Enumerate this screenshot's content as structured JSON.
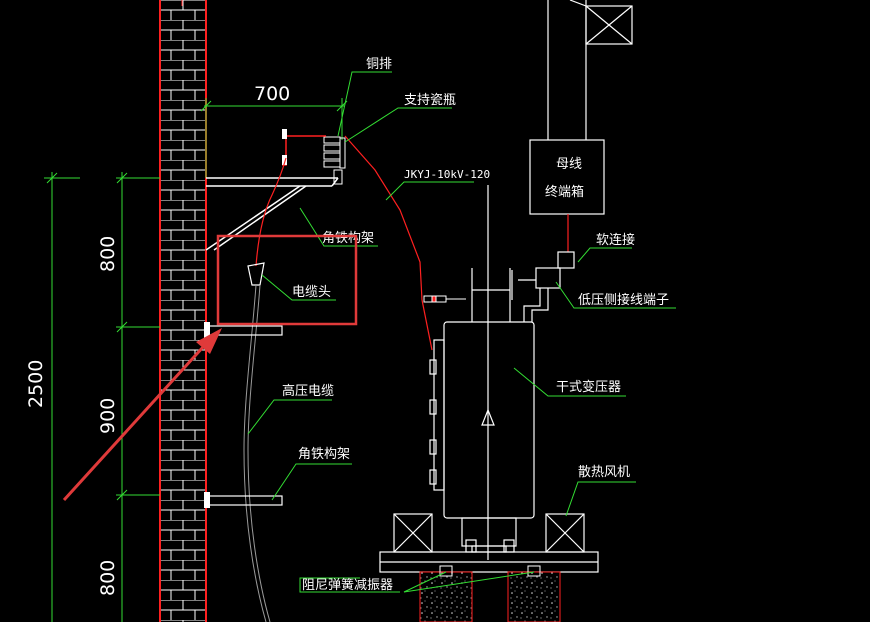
{
  "colors": {
    "background": "#000000",
    "brick": "#ffffff",
    "cad_red": "#ff2020",
    "leader_green": "#33dd33",
    "annotation_red": "#e03a3a",
    "line_white": "#ffffff",
    "gray": "#9a9a9a"
  },
  "dimensions": {
    "horizontal": "700",
    "total_height": "2500",
    "upper": "800",
    "middle": "900",
    "lower": "800"
  },
  "labels": {
    "copper_bar": "铜排",
    "support_insulator": "支持瓷瓶",
    "cable_spec": "JKYJ-10kV-120",
    "busbar_box_line1": "母线",
    "busbar_box_line2": "终端箱",
    "angle_bracket_upper": "角铁构架",
    "cable_head": "电缆头",
    "soft_connection": "软连接",
    "lv_terminal": "低压侧接线端子",
    "dry_transformer": "干式变压器",
    "hv_cable": "高压电缆",
    "angle_bracket_lower": "角铁构架",
    "cooling_fan": "散热风机",
    "damper": "阻尼弹簧减振器"
  },
  "icons": {
    "arrow": "red-annotation-arrow",
    "highlight": "red-highlight-rectangle"
  }
}
